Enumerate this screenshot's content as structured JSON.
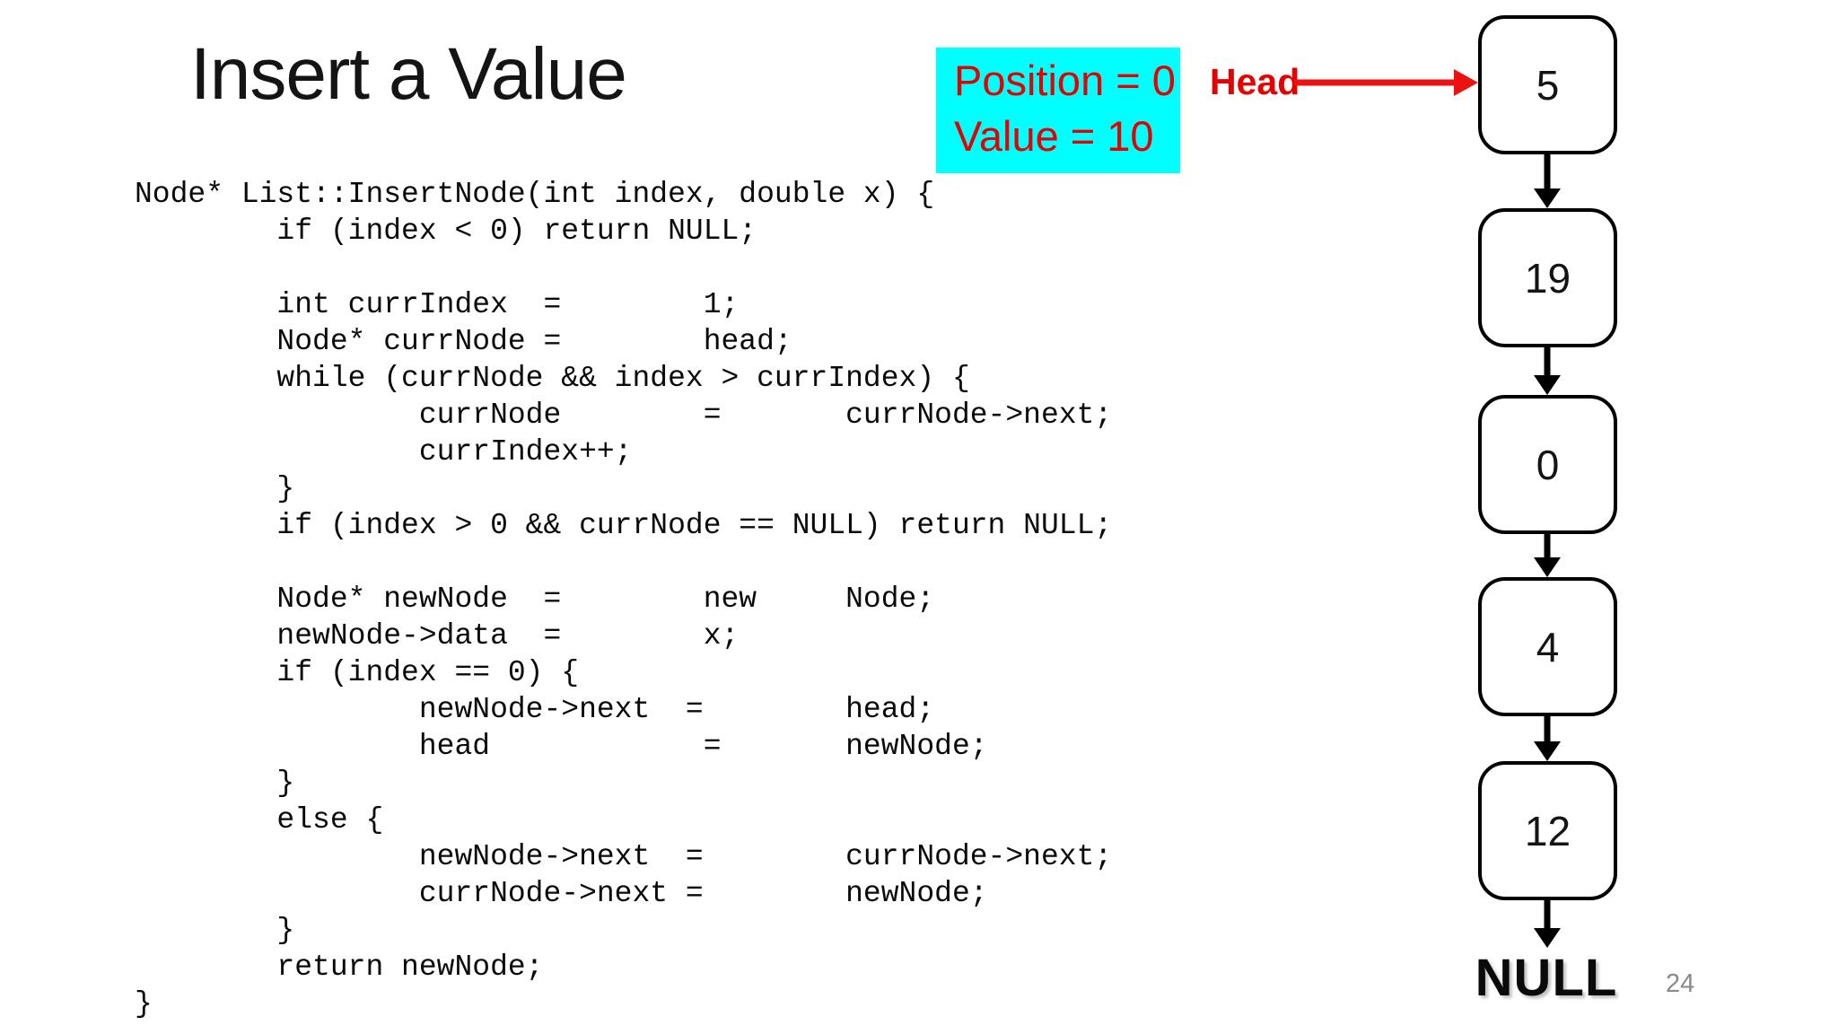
{
  "slide": {
    "title": "Insert a Value",
    "page_number": "24"
  },
  "info_box": {
    "position_line": "Position = 0",
    "value_line": "Value = 10",
    "bg_color": "#00ffff",
    "text_color": "#e60000"
  },
  "head": {
    "label": "Head"
  },
  "code": {
    "lines": [
      "Node* List::InsertNode(int index, double x) {",
      "        if (index < 0) return NULL;",
      "",
      "        int currIndex  =        1;",
      "        Node* currNode =        head;",
      "        while (currNode && index > currIndex) {",
      "                currNode        =       currNode->next;",
      "                currIndex++;",
      "        }",
      "        if (index > 0 && currNode == NULL) return NULL;",
      "",
      "        Node* newNode  =        new     Node;",
      "        newNode->data  =        x;",
      "        if (index == 0) {",
      "                newNode->next  =        head;",
      "                head            =       newNode;",
      "        }",
      "        else {",
      "                newNode->next  =        currNode->next;",
      "                currNode->next =        newNode;",
      "        }",
      "        return newNode;",
      "}"
    ]
  },
  "list": {
    "nodes": [
      {
        "value": "5"
      },
      {
        "value": "19"
      },
      {
        "value": "0"
      },
      {
        "value": "4"
      },
      {
        "value": "12"
      }
    ],
    "terminator": "NULL"
  },
  "colors": {
    "accent_red": "#e60000",
    "highlight_cyan": "#00ffff",
    "node_border": "#000000"
  }
}
